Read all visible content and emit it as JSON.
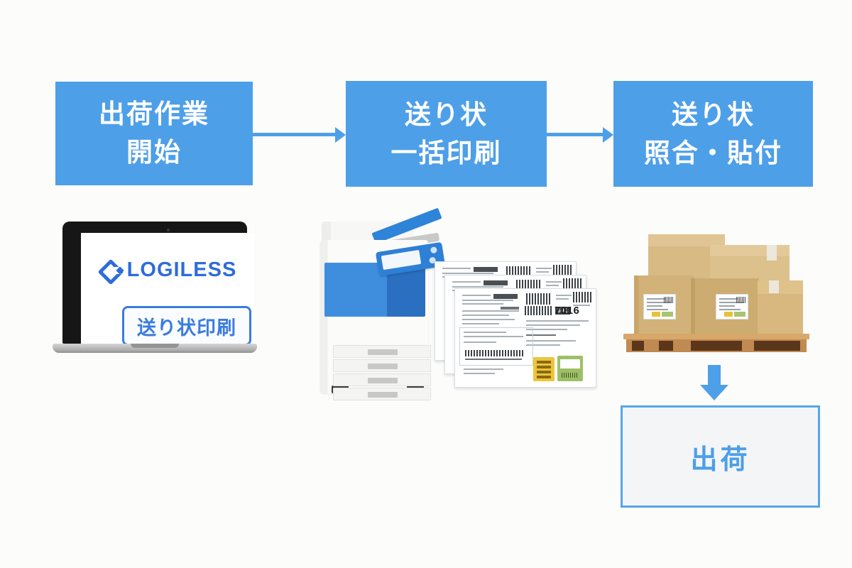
{
  "colors": {
    "step_blue": "#4D9FE8",
    "logo_blue": "#2E6CDB",
    "button_blue": "#3A7CE0",
    "printer_blue": "#2F7FD6",
    "carton_tan": "#D7BA84",
    "pallet_brown": "#C08A52",
    "sticker_yellow": "#EDC53C",
    "sticker_green": "#9DC067",
    "final_text_blue": "#4D9FE8"
  },
  "steps": [
    {
      "lines": [
        "出荷作業",
        "開始"
      ]
    },
    {
      "lines": [
        "送り状",
        "一括印刷"
      ]
    },
    {
      "lines": [
        "送り状",
        "照合・貼付"
      ]
    }
  ],
  "laptop": {
    "logo": "LOGILESS",
    "button": "送り状印刷"
  },
  "shipping_label": {
    "big_number": "7016",
    "badge": "501"
  },
  "final": {
    "label": "出荷"
  }
}
